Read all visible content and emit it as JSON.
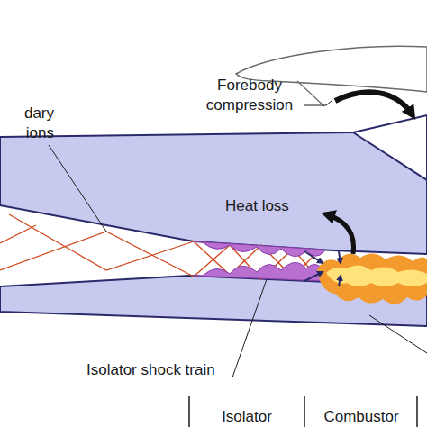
{
  "diagram": {
    "labels": [
      "Forebody compression",
      "dary ions",
      "Heat loss",
      "Isolator shock train",
      "Isolator",
      "Combustor"
    ]
  }
}
